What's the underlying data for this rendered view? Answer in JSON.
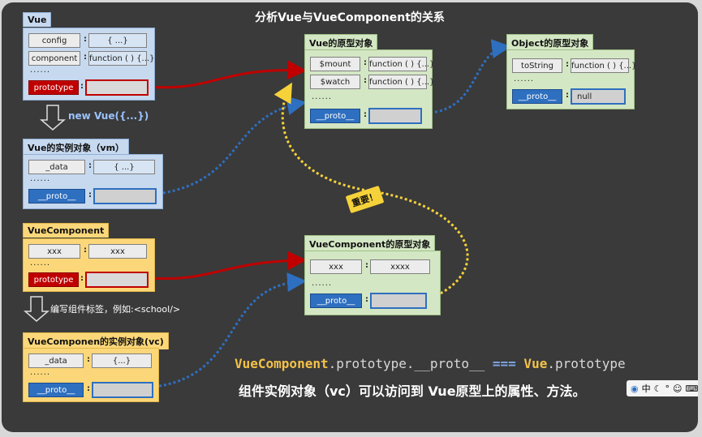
{
  "title": "分析Vue与VueComponent的关系",
  "vue": {
    "tab": "Vue",
    "rows": [
      {
        "key": "config",
        "value": "{ ...}"
      },
      {
        "key": "component",
        "value": "function ( ) {...}"
      }
    ],
    "dots": "......",
    "prototype_key": "prototype"
  },
  "new_vue_label": "new Vue({...})",
  "vm": {
    "tab": "Vue的实例对象（vm）",
    "data_key": "_data",
    "data_value": "{ ...}",
    "dots": "......",
    "proto_key": "__proto__"
  },
  "vue_component": {
    "tab": "VueComponent",
    "row": {
      "key": "xxx",
      "value": "xxx"
    },
    "dots": "......",
    "prototype_key": "prototype"
  },
  "component_tag_note": "编写组件标签，例如:<school/>",
  "vc": {
    "tab": "VueComponen的实例对象(vc)",
    "data_key": "_data",
    "data_value": "{...}",
    "dots": "......",
    "proto_key": "__proto__"
  },
  "vue_prototype": {
    "tab": "Vue的原型对象",
    "rows": [
      {
        "key": "$mount",
        "value": "function ( ) {...}"
      },
      {
        "key": "$watch",
        "value": "function ( ) {...}"
      }
    ],
    "dots": "......",
    "proto_key": "__proto__"
  },
  "object_prototype": {
    "tab": "Object的原型对象",
    "row": {
      "key": "toString",
      "value": "function ( ) {...}"
    },
    "dots": "......",
    "proto_key": "__proto__",
    "proto_value": "null"
  },
  "vc_prototype": {
    "tab": "VueComponent的原型对象",
    "row": {
      "key": "xxx",
      "value": "xxxx"
    },
    "dots": "......",
    "proto_key": "__proto__"
  },
  "important_label": "重要！",
  "formula": {
    "part1": "VueComponent",
    "part2": ".prototype.__proto__ ",
    "part3": "===",
    "part4": " Vue",
    "part5": ".prototype"
  },
  "summary": "组件实例对象（vc）可以访问到 Vue原型上的属性、方法。",
  "ime": {
    "lang": "中"
  },
  "colors": {
    "background": "#3a3a3a",
    "blue_box": "#c6d9ef",
    "yellow_box": "#fbd779",
    "green_box": "#d4e7c4",
    "red": "#c00000",
    "blue_arrow": "#2e6fc0",
    "yellow_arrow": "#f6d23a"
  }
}
